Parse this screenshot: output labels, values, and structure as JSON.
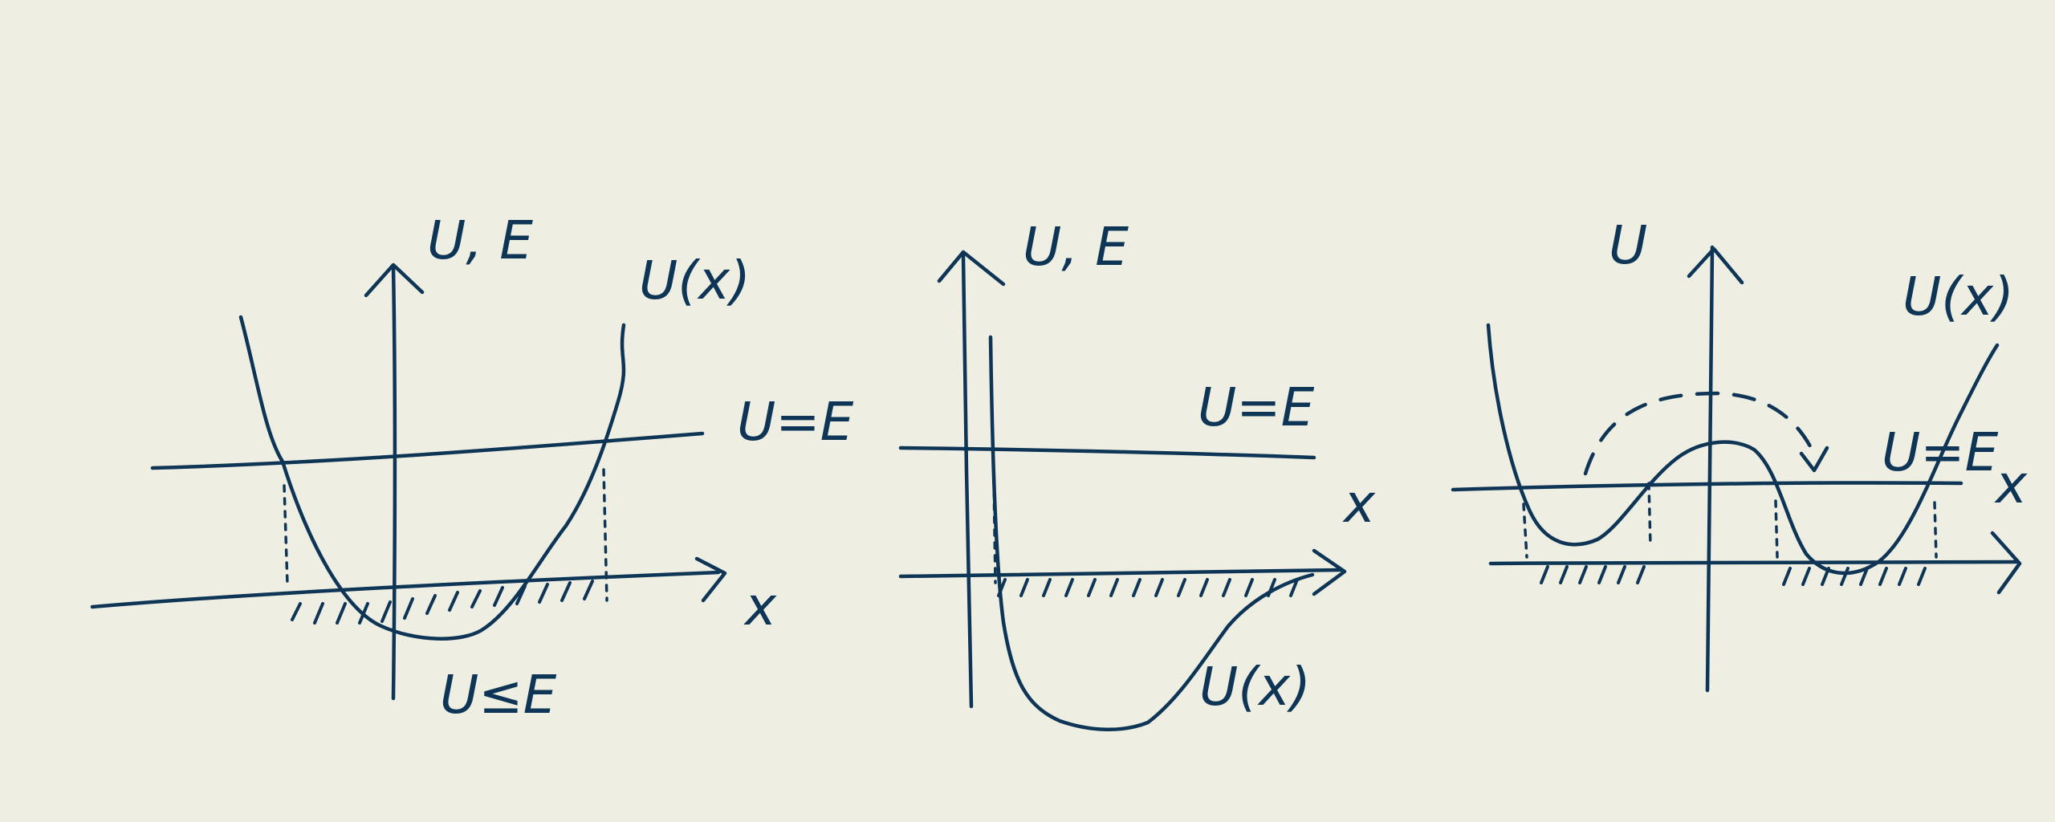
{
  "colors": {
    "paper": "#eeeee2",
    "ink": "#0e3556"
  },
  "panels": [
    {
      "id": "left",
      "y_axis_label": "U, E",
      "x_axis_label": "x",
      "curve_label": "U(x)",
      "energy_label": "U=E",
      "region_label": "U≤E"
    },
    {
      "id": "middle",
      "y_axis_label": "U, E",
      "x_axis_label": "x",
      "curve_label": "U(x)",
      "energy_label": "U=E"
    },
    {
      "id": "right",
      "y_axis_label": "U",
      "x_axis_label": "x",
      "curve_label": "U(x)",
      "energy_label": "U=E"
    }
  ]
}
